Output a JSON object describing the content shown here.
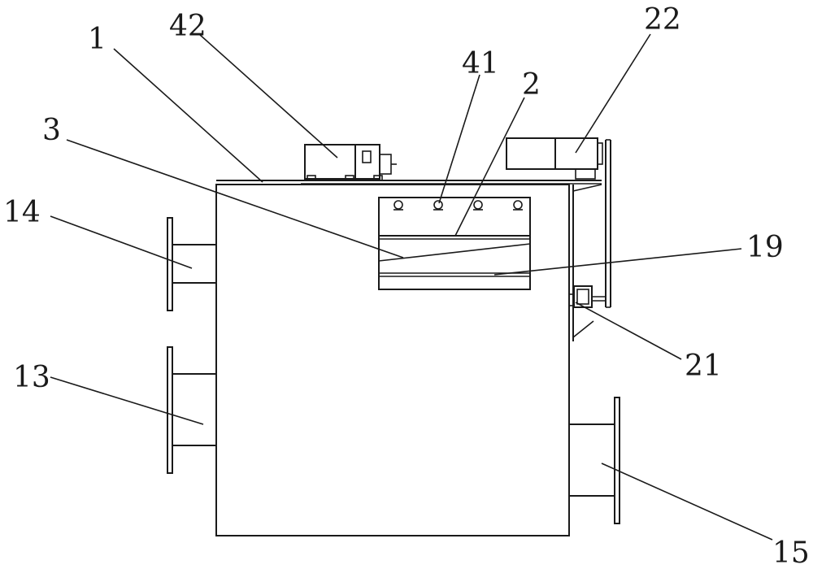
{
  "labels": {
    "l1": "1",
    "l42": "42",
    "l41": "41",
    "l2": "2",
    "l22": "22",
    "l3": "3",
    "l14": "14",
    "l19": "19",
    "l13": "13",
    "l21": "21",
    "l15": "15"
  }
}
